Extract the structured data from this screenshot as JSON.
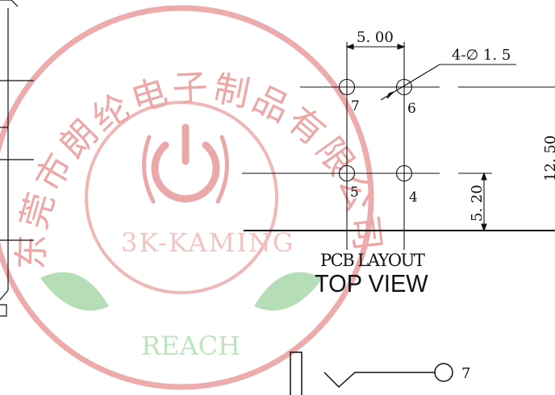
{
  "drawing": {
    "dim_pitch_x": "5. 00",
    "dim_hole": "4-∅ 1. 5",
    "dim_pitch_y": "5. 20",
    "dim_height": "12. 50",
    "pins": [
      "7",
      "6",
      "5",
      "4"
    ],
    "layout_label": "PCB LAYOUT",
    "view_label": "TOP VIEW",
    "schematic_pin": "7"
  },
  "watermark": {
    "company": "东莞市朗纶电子制品有限公司",
    "brand": "3K-KAMING",
    "cert": "REACH",
    "colors": {
      "ring": "#e05a5a",
      "leaf": "#7cc47c",
      "text": "#e8a0a0"
    }
  }
}
